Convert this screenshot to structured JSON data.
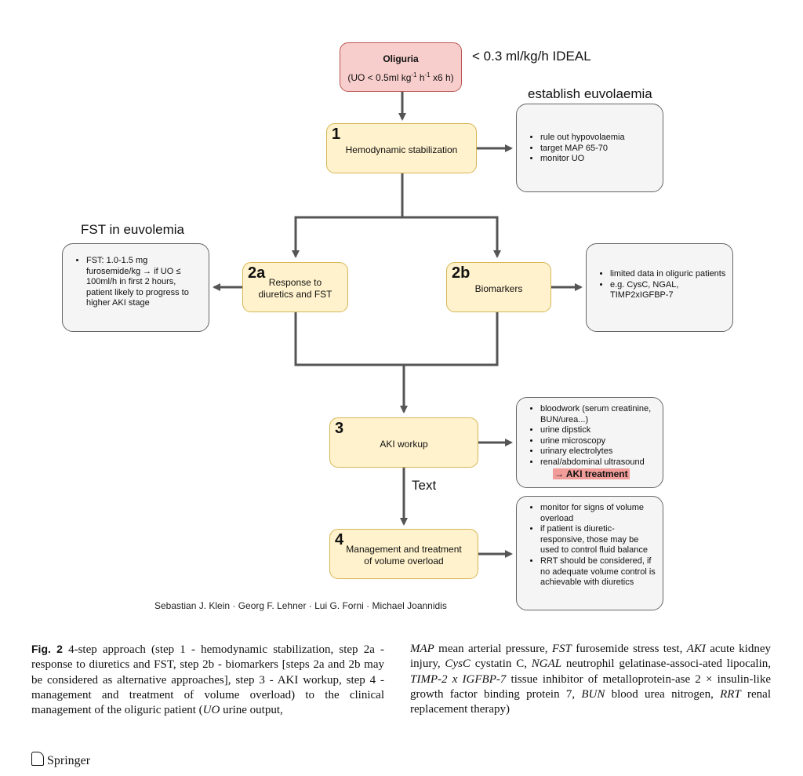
{
  "flowchart": {
    "oliguria": {
      "title": "Oliguria",
      "subtitle_pre": "(UO < 0.5ml kg",
      "sup1": "-1",
      "subtitle_mid": " h",
      "sup2": "-1",
      "subtitle_post": " x6 h)"
    },
    "oliguria_annot": "< 0.3 ml/kg/h IDEAL",
    "step1": {
      "num": "1",
      "label": "Hemodynamic stabilization"
    },
    "step1_annot": "establish euvolaemia",
    "step1_notes": [
      "rule out hypovolaemia",
      "target MAP 65-70",
      "monitor UO"
    ],
    "step2a": {
      "num": "2a",
      "label_line1": "Response to",
      "label_line2": "diuretics and FST"
    },
    "step2a_annot": "FST in euvolemia",
    "step2a_notes": [
      "FST: 1.0-1.5 mg furosemide/kg → if UO ≤ 100ml/h in first 2 hours, patient likely to progress to higher AKI stage"
    ],
    "step2b": {
      "num": "2b",
      "label": "Biomarkers"
    },
    "step2b_notes": [
      "limited data in oliguric patients",
      "e.g. CysC, NGAL, TIMP2xIGFBP-7"
    ],
    "step3": {
      "num": "3",
      "label": "AKI workup"
    },
    "step3_notes": [
      "bloodwork (serum creatinine, BUN/urea...)",
      "urine dipstick",
      "urine microscopy",
      "urinary electrolytes",
      "renal/abdominal ultrasound"
    ],
    "step3_highlight": "→ AKI treatment",
    "edge_text": "Text",
    "step4": {
      "num": "4",
      "label_line1": "Management and treatment",
      "label_line2": "of volume overload"
    },
    "step4_notes": [
      "monitor for signs of volume overload",
      "if patient is diuretic-responsive, those may be used to control fluid balance",
      "RRT should be considered, if no adequate volume control is achievable with diuretics"
    ],
    "authors": "Sebastian J. Klein · Georg F. Lehner · Lui G. Forni · Michael Joannidis"
  },
  "caption": {
    "label": "Fig. 2",
    "left": " 4-step approach (step 1 - hemodynamic stabilization, step 2a - response to diuretics and FST, step 2b - biomarkers [steps 2a and 2b may be considered as alternative approaches], step 3 - AKI workup, step 4 - management and treatment of volume overload)  to the clinical management of the oliguric patient (",
    "left_uo_abbr": "UO",
    "left_uo_def": " urine output,",
    "right": [
      {
        "abbr": "MAP",
        "def": " mean arterial pressure, "
      },
      {
        "abbr": "FST",
        "def": " furosemide stress test, "
      },
      {
        "abbr": "AKI",
        "def": " acute kidney injury, "
      },
      {
        "abbr": "CysC",
        "def": " cystatin C, "
      },
      {
        "abbr": "NGAL",
        "def": " neutrophil gelatinase-associ-ated lipocalin, "
      },
      {
        "abbr": "TIMP-2 x IGFBP-7",
        "def": " tissue inhibitor of metalloprotein-ase 2 × insulin-like growth factor binding protein 7, "
      },
      {
        "abbr": "BUN",
        "def": " blood urea nitrogen, "
      },
      {
        "abbr": "RRT",
        "def": " renal replacement therapy)"
      }
    ]
  },
  "publisher": "Springer"
}
